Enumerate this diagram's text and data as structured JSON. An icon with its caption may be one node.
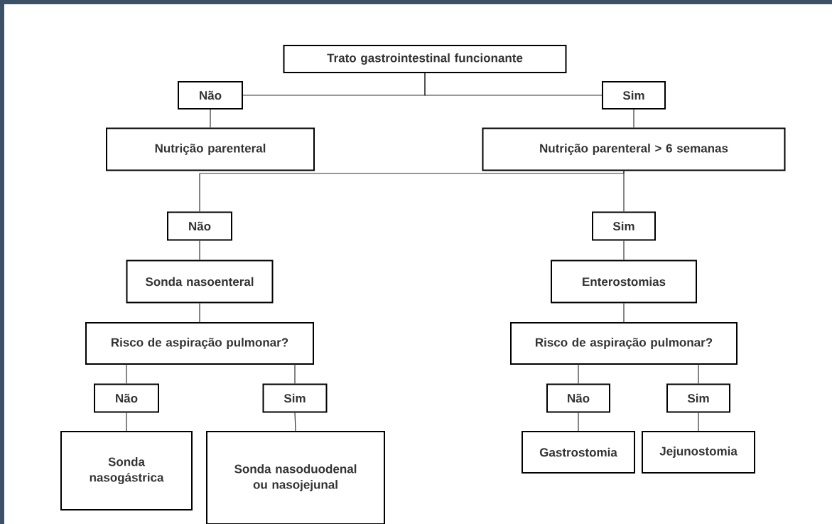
{
  "diagram": {
    "nodes": [
      {
        "text": [
          "Trato gastrointestinal funcionante"
        ]
      },
      {
        "text": [
          "Não"
        ]
      },
      {
        "text": [
          "Sim"
        ]
      },
      {
        "text": [
          "Nutrição parenteral"
        ]
      },
      {
        "text": [
          "Nutrição parenteral > 6 semanas"
        ]
      },
      {
        "text": [
          "Não"
        ]
      },
      {
        "text": [
          "Sim"
        ]
      },
      {
        "text": [
          "Sonda nasoenteral"
        ]
      },
      {
        "text": [
          "Enterostomias"
        ]
      },
      {
        "text": [
          "Risco de aspiração pulmonar?"
        ]
      },
      {
        "text": [
          "Risco de aspiração pulmonar?"
        ]
      },
      {
        "text": [
          "Não"
        ]
      },
      {
        "text": [
          "Sim"
        ]
      },
      {
        "text": [
          "Não"
        ]
      },
      {
        "text": [
          "Sim"
        ]
      },
      {
        "text": [
          "Sonda nasogástrica"
        ]
      },
      {
        "text": [
          "Sonda nasoduodenal ou nasojejunal"
        ]
      },
      {
        "text": [
          "Gastrostomia"
        ]
      },
      {
        "text": [
          "Jejunostomia"
        ]
      }
    ],
    "edges": [
      {
        "from": 0,
        "to": 1,
        "arrow": "none"
      },
      {
        "from": 0,
        "to": 2,
        "arrow": "none"
      },
      {
        "from": 1,
        "to": 3,
        "arrow": "none"
      },
      {
        "from": 2,
        "to": 4,
        "arrow": "none"
      },
      {
        "from": 4,
        "to": 5,
        "arrow": "none"
      },
      {
        "from": 4,
        "to": 6,
        "arrow": "none"
      },
      {
        "from": 5,
        "to": 7,
        "arrow": "none"
      },
      {
        "from": 6,
        "to": 8,
        "arrow": "none"
      },
      {
        "from": 7,
        "to": 9,
        "arrow": "none"
      },
      {
        "from": 8,
        "to": 10,
        "arrow": "none"
      },
      {
        "from": 9,
        "to": 11,
        "arrow": "none"
      },
      {
        "from": 9,
        "to": 12,
        "arrow": "none"
      },
      {
        "from": 10,
        "to": 13,
        "arrow": "none"
      },
      {
        "from": 10,
        "to": 14,
        "arrow": "none"
      },
      {
        "from": 11,
        "to": 15,
        "arrow": "none"
      },
      {
        "from": 12,
        "to": 16,
        "arrow": "none"
      },
      {
        "from": 13,
        "to": 17,
        "arrow": "none"
      },
      {
        "from": 14,
        "to": 18,
        "arrow": "none"
      }
    ]
  }
}
